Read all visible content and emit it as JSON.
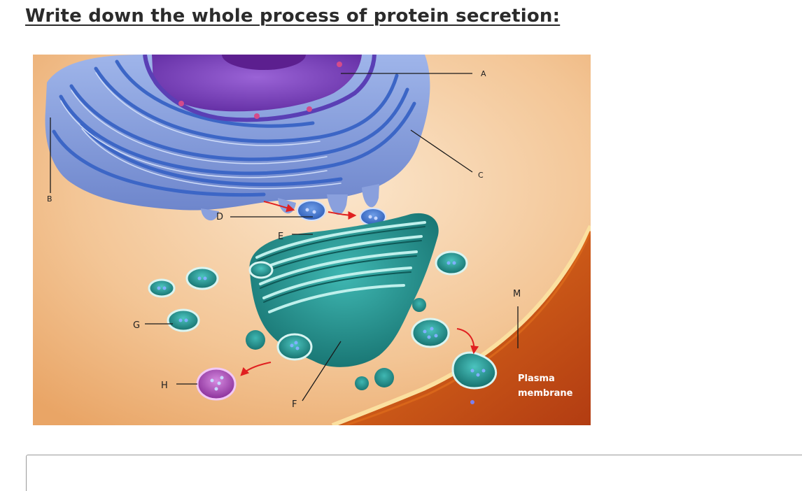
{
  "question": {
    "title": "Write down the whole process of protein secretion:"
  },
  "diagram": {
    "labels": {
      "A": "A",
      "B": "B",
      "C": "C",
      "D": "D",
      "E": "E",
      "F": "F",
      "G": "G",
      "H": "H",
      "M": "M"
    },
    "plasma_membrane_line1": "Plasma",
    "plasma_membrane_line2": "membrane"
  },
  "answer": {
    "value": ""
  },
  "colors": {
    "cytoplasm": "#f2c79a",
    "nucleus": "#7a3fb8",
    "er": "#4f7fd6",
    "golgi": "#1e8f8c",
    "lysosome": "#a84fb8",
    "membrane": "#e07a1a",
    "arrow": "#e02020"
  }
}
